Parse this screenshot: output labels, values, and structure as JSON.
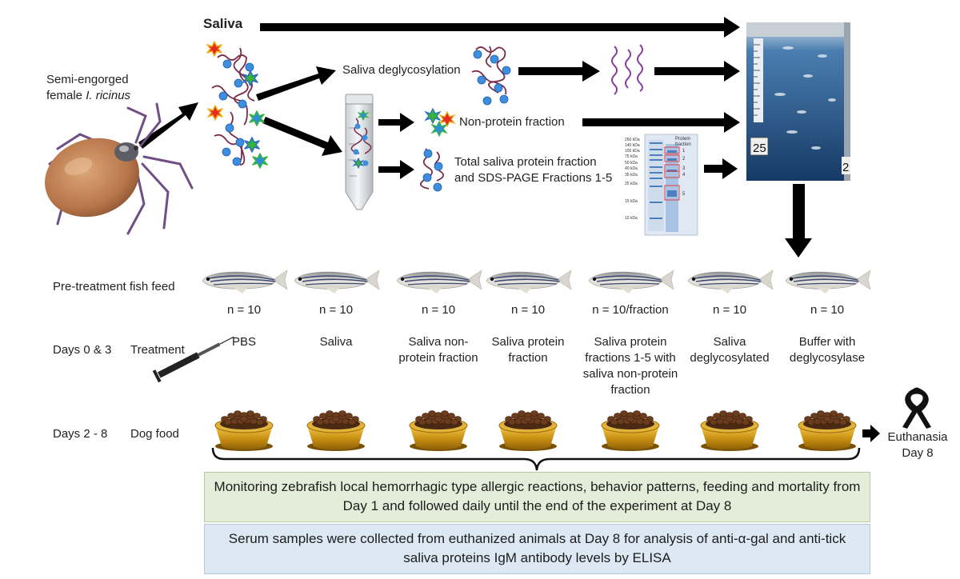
{
  "tick": {
    "line1": "Semi-engorged",
    "line2_prefix": "female ",
    "line2_species": "I. ricinus"
  },
  "saliva": {
    "title": "Saliva"
  },
  "processing": {
    "deglycosylation": "Saliva deglycosylation",
    "non_protein": "Non-protein fraction",
    "protein_line1": "Total saliva protein fraction",
    "protein_line2": "and SDS-PAGE Fractions 1-5"
  },
  "gel": {
    "header_line1": "Protein",
    "header_line2": "fraction",
    "markers": [
      "260 kDa",
      "140 kDa",
      "100 kDa",
      "75 kDa",
      "50 kDa",
      "40 kDa",
      "35 kDa",
      "25 kDa",
      "15 kDa",
      "10 kDa"
    ],
    "fractions": [
      "1",
      "2",
      "3",
      "4",
      "5"
    ]
  },
  "tank": {
    "number": "25",
    "side_digit": "2"
  },
  "rows": {
    "pretreatment": "Pre-treatment  fish feed",
    "days_0_3": "Days 0 & 3",
    "treatment": "Treatment",
    "days_2_8": "Days 2 - 8",
    "dog_food": "Dog food"
  },
  "groups": [
    {
      "n": "n = 10",
      "treatment": "PBS"
    },
    {
      "n": "n = 10",
      "treatment": "Saliva"
    },
    {
      "n": "n = 10",
      "treatment": "Saliva non-protein fraction"
    },
    {
      "n": "n = 10",
      "treatment": "Saliva protein fraction"
    },
    {
      "n": "n = 10/fraction",
      "treatment": "Saliva protein fractions 1-5 with saliva non-protein fraction"
    },
    {
      "n": "n = 10",
      "treatment": "Saliva deglycosylated"
    },
    {
      "n": "n = 10",
      "treatment": "Buffer with deglycosylase"
    }
  ],
  "euthanasia": {
    "line1": "Euthanasia",
    "line2": "Day 8"
  },
  "summary": {
    "monitoring": "Monitoring zebrafish local hemorrhagic type allergic reactions, behavior patterns, feeding and mortality from Day 1 and followed daily until the end of the experiment at Day 8",
    "serum": "Serum samples were collected from euthanized animals at Day 8 for analysis of anti-α-gal and anti-tick saliva proteins IgM antibody levels by ELISA"
  },
  "colors": {
    "arrow": "#000000",
    "tick_body": "#c08454",
    "tick_legs": "#7a5a8e",
    "molecule_chain": "#7a2a4a",
    "molecule_bead": "#3e8ee0",
    "star_red": "#e52b1f",
    "star_green": "#35b537",
    "star_blue": "#2d8fd6",
    "tank_water": "#1a4e86",
    "bowl_gold": "#d9a21b",
    "kibble": "#6b3d1e",
    "box_green": "#e3edd9",
    "box_blue": "#dce8f4"
  }
}
